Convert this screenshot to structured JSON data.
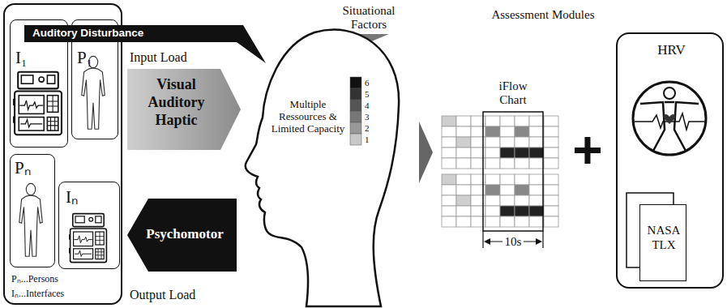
{
  "diagram": {
    "nodes": [
      {
        "text": [
          "Pₙ...Persons",
          "Iₙ...Interfaces"
        ]
      },
      {
        "text": [
          "I₁"
        ],
        "in": 0
      },
      {
        "text": [
          "P₁"
        ],
        "in": 0
      },
      {
        "text": [
          "Pₙ"
        ],
        "in": 0
      },
      {
        "text": [
          "Iₙ"
        ],
        "in": 0
      },
      {
        "text": [
          "Auditory Disturbance"
        ]
      },
      {
        "text": [
          "Input Load",
          "Visual Auditory Haptic"
        ]
      },
      {
        "text": [
          "Psychomotor",
          "Output Load"
        ]
      },
      {
        "text": [
          "Multiple Ressources & Limited Capacity"
        ]
      },
      {
        "text": [
          "HRV"
        ]
      },
      {
        "text": [
          "NASA TLX"
        ],
        "in": 9
      }
    ],
    "labels": [
      "Situational Factors",
      "Assessment Modules",
      "6",
      "5",
      "4",
      "3",
      "2",
      "1",
      "iFlow Chart",
      "10s",
      "+"
    ]
  }
}
